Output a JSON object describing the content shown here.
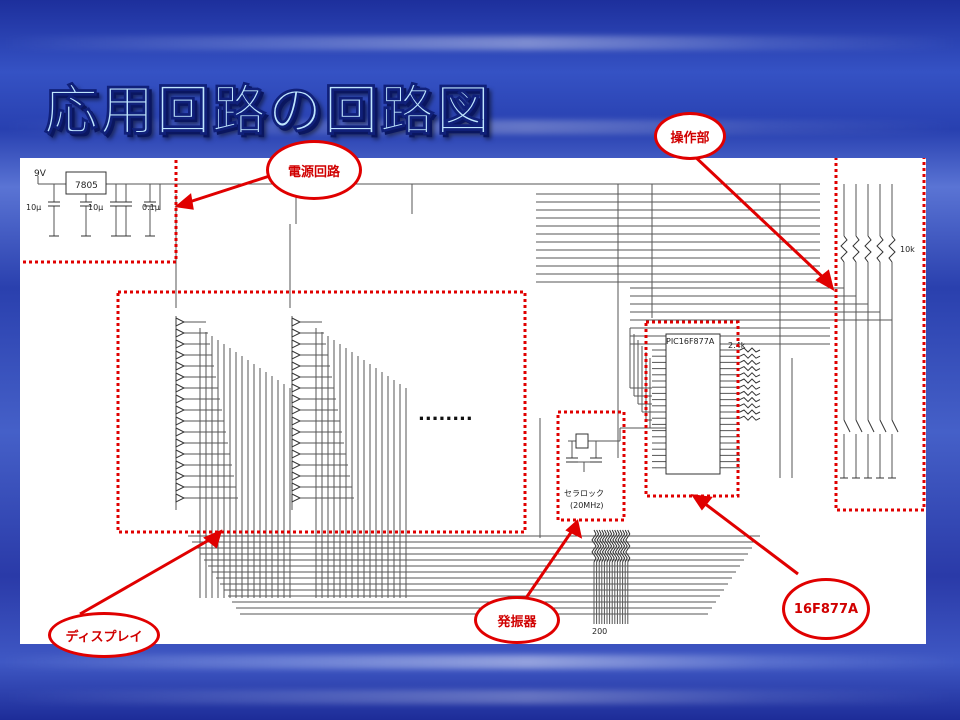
{
  "title": "応用回路の回路図",
  "labels": {
    "power_circuit": "電源回路",
    "operation_part": "操作部",
    "display": "ディスプレイ",
    "oscillator": "発振器",
    "mcu": "16F877A"
  },
  "circuit": {
    "supply_voltage": "9V",
    "regulator": "7805",
    "cap1": "10μ",
    "cap2": "10μ",
    "cap3": "0.1μ",
    "mcu_part": "PIC16F877A",
    "pullup": "2.4k",
    "switch_res": "10k",
    "ceramic_label": "セラロック",
    "ceramic_freq": "(20MHz)",
    "led_res": "200",
    "ellipsis": "........"
  },
  "colors": {
    "accent": "#e00000",
    "wire": "#555555",
    "title": "#bfe6ff"
  }
}
